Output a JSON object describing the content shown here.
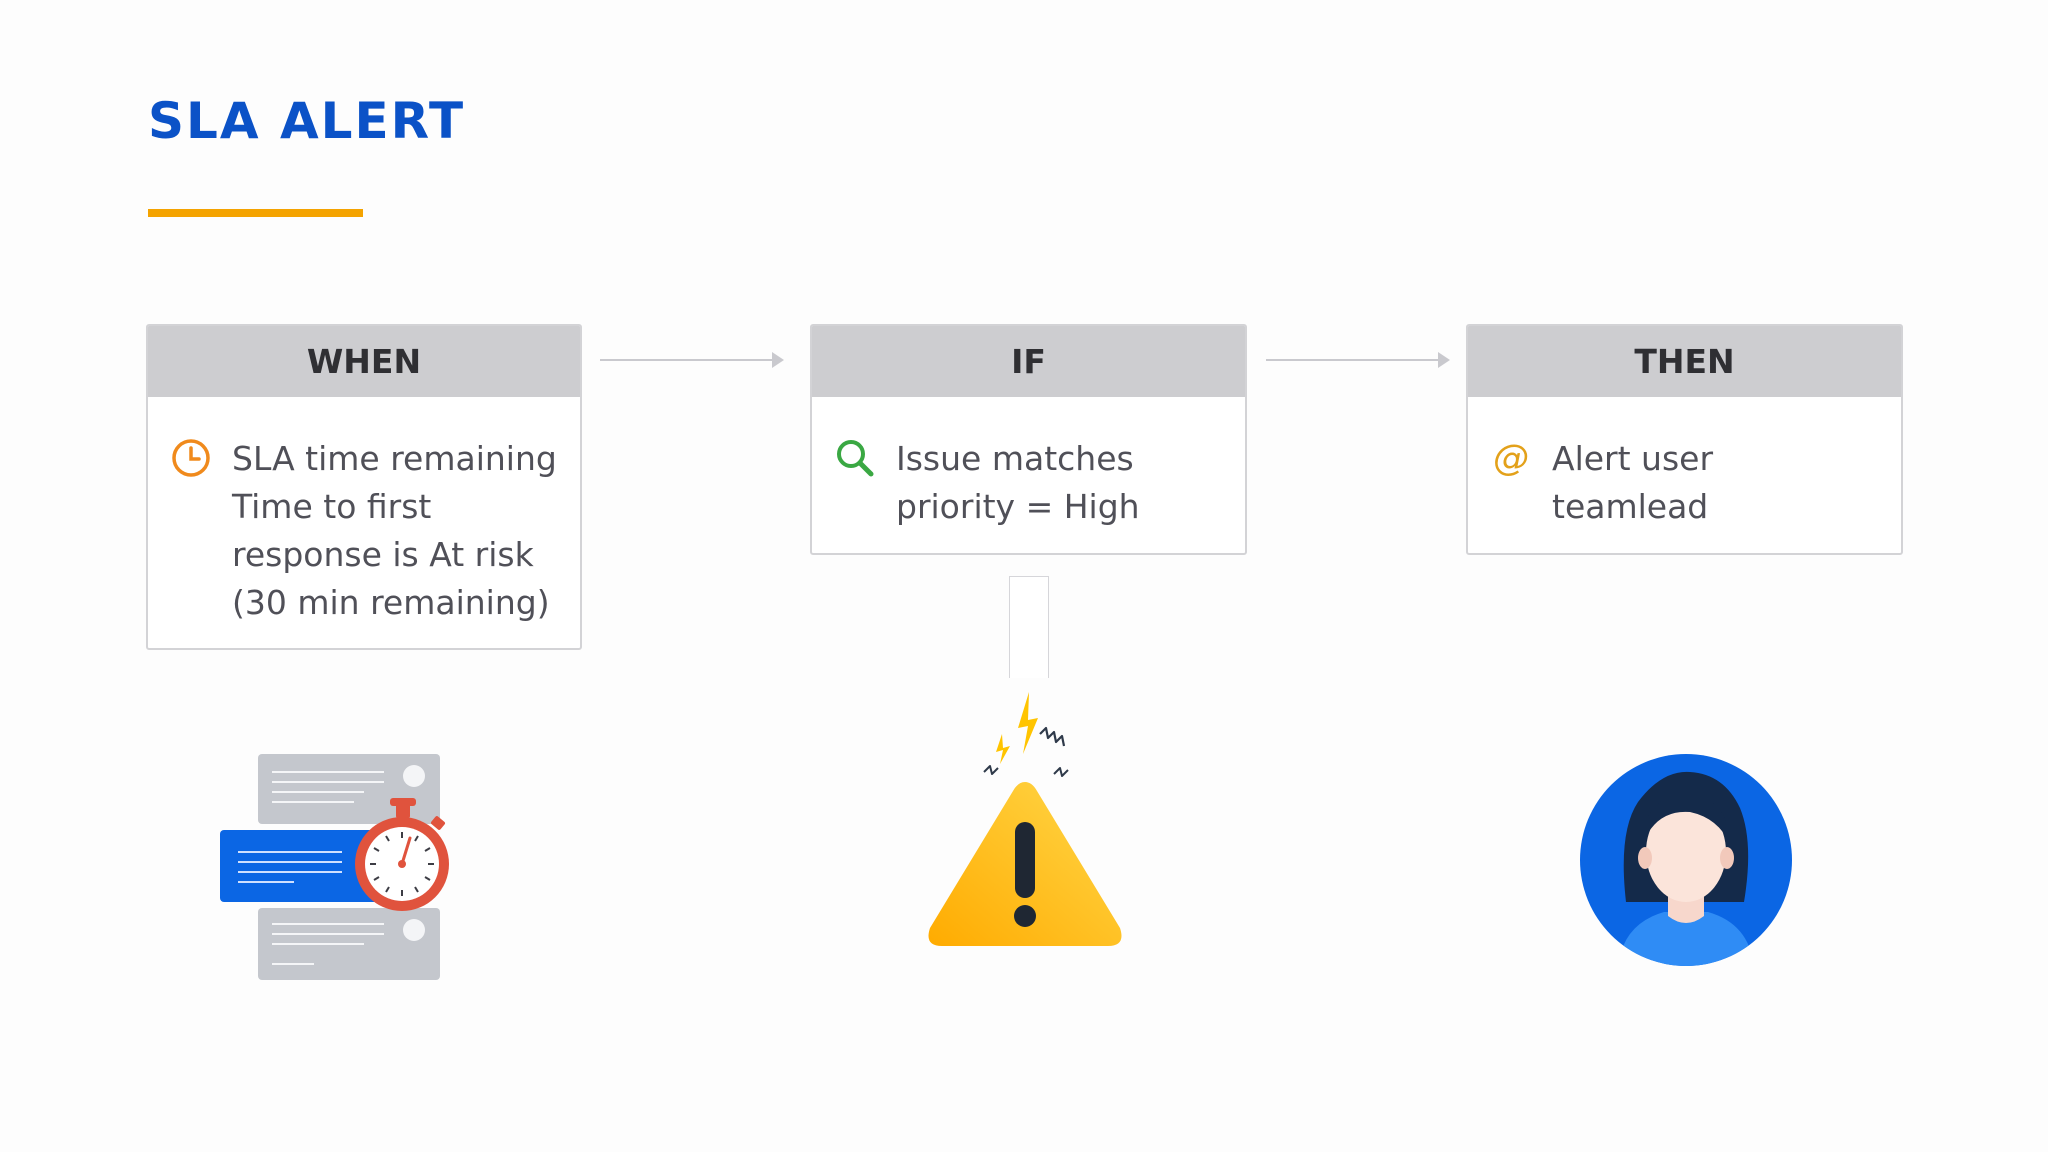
{
  "title": "SLA ALERT",
  "colors": {
    "title": "#0b52c7",
    "underline": "#f4a300",
    "header_bg": "#cdcdd0"
  },
  "steps": [
    {
      "header": "WHEN",
      "icon": "clock-icon",
      "lines": [
        "SLA time remaining",
        "Time to first",
        "response is At risk",
        "(30 min remaining)"
      ]
    },
    {
      "header": "IF",
      "icon": "search-icon",
      "lines": [
        "Issue matches",
        "priority = High"
      ]
    },
    {
      "header": "THEN",
      "icon": "at-sign-icon",
      "lines": [
        "Alert user",
        "teamlead"
      ]
    }
  ],
  "illustrations": [
    "stopwatch-queue-illustration",
    "warning-triangle-illustration",
    "user-avatar-illustration"
  ]
}
